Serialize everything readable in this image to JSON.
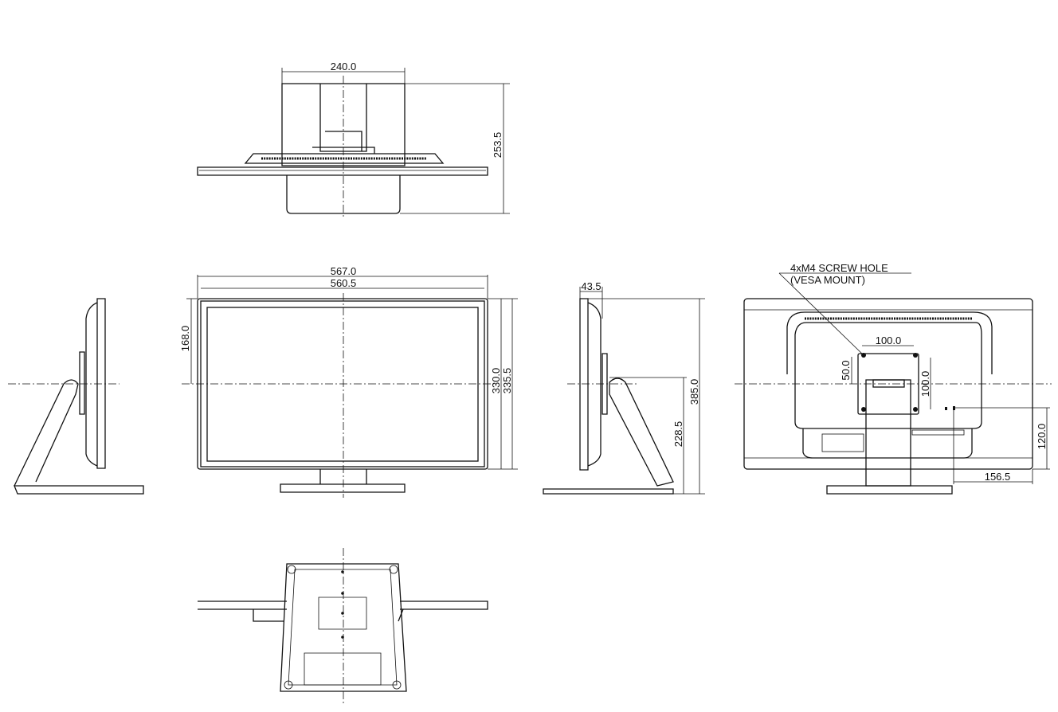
{
  "top_view": {
    "width": "240.0",
    "depth": "253.5"
  },
  "front_view": {
    "overall_width": "567.0",
    "panel_width": "560.5",
    "half_height": "168.0",
    "panel_height": "330.0",
    "overall_height": "335.5"
  },
  "side_view": {
    "depth": "43.5",
    "total_height": "385.0",
    "center_height": "228.5"
  },
  "rear_view": {
    "callout_line1": "4xM4 SCREW HOLE",
    "callout_line2": "(VESA MOUNT)",
    "vesa_horizontal": "100.0",
    "vesa_offset": "50.0",
    "vesa_vertical": "100.0",
    "lock_height": "120.0",
    "lock_offset": "156.5"
  }
}
